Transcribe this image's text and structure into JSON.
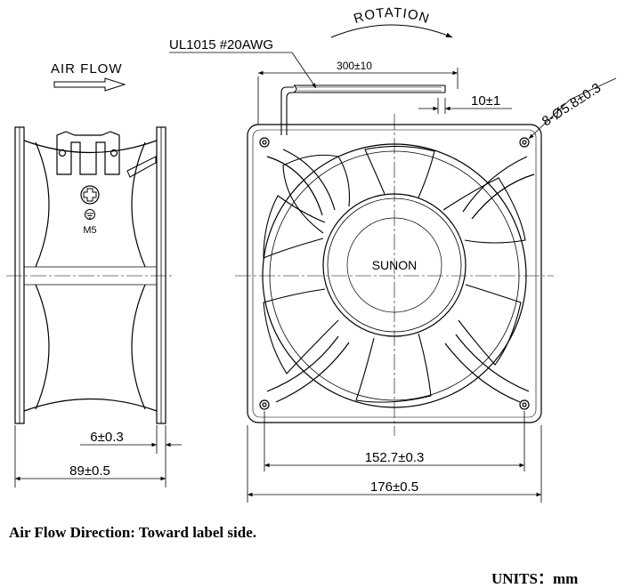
{
  "labels": {
    "rotation": "ROTATION",
    "air_flow": "AIR FLOW",
    "wire_spec": "UL1015  #20AWG",
    "lead_length": "300±10",
    "strip_length": "10±1",
    "mounting_holes": "8-Ø5.8±0.3",
    "ground_label": "M5",
    "brand": "SUNON",
    "flange_thickness": "6±0.3",
    "frame_depth": "89±0.5",
    "hole_pitch": "152.7±0.3",
    "frame_width": "176±0.5"
  },
  "notes": {
    "air_flow_direction": "Air Flow Direction:  Toward label side.",
    "units": "UNITS：mm"
  }
}
